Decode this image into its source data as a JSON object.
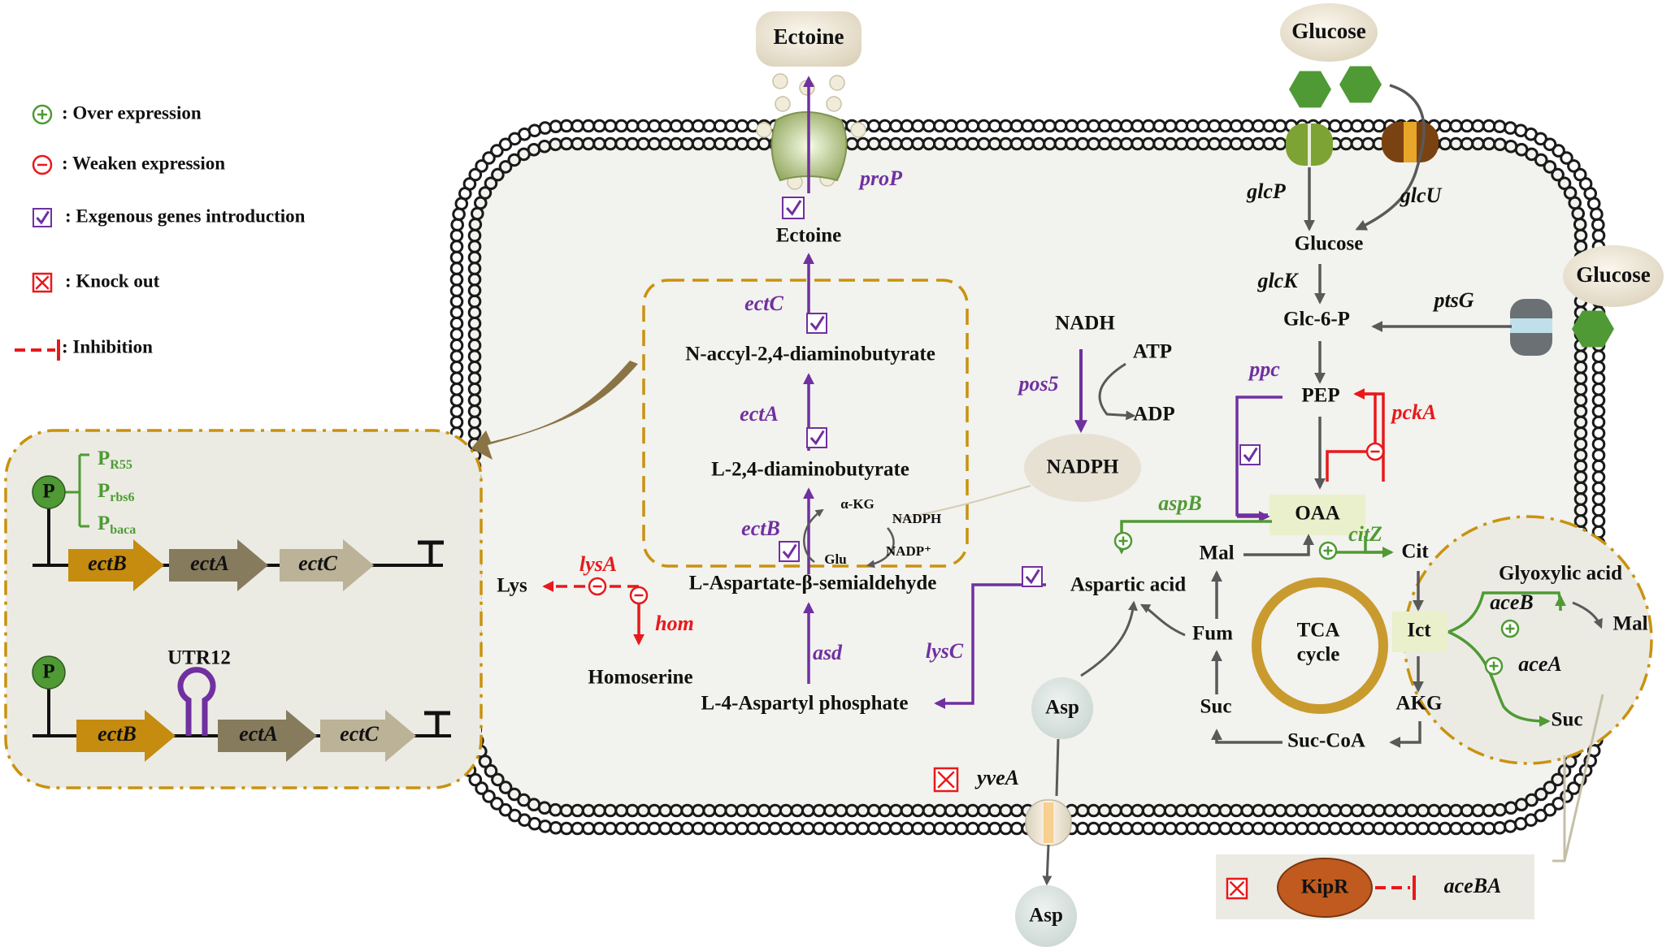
{
  "colors": {
    "purple": "#7030a0",
    "green": "#4f9a34",
    "red": "#e8191b",
    "gray": "#595959",
    "gold": "#c9920e",
    "cell_bg": "#f2f2ee",
    "pellet": "#f0e8d6",
    "membrane": "#1a1a1a",
    "box_bg": "#ebebe4"
  },
  "legend": {
    "over_expression": ": Over expression",
    "weaken_expression": ": Weaken expression",
    "exogenous": ": Exgenous genes introduction",
    "knock_out": ": Knock  out",
    "inhibition": ": Inhibition"
  },
  "promoter_box": {
    "p_label": "P",
    "promoters": [
      {
        "base": "P",
        "sub": "R55"
      },
      {
        "base": "P",
        "sub": "rbs6"
      },
      {
        "base": "P",
        "sub": "baca"
      }
    ],
    "operon_genes": [
      "ectB",
      "ectA",
      "ectC"
    ],
    "utr_label": "UTR12"
  },
  "external": {
    "ectoine": "Ectoine",
    "glucose_top": "Glucose",
    "glucose_right": "Glucose",
    "asp_out": "Asp"
  },
  "metabolites": {
    "ectoine_in": "Ectoine",
    "nacetyl": "N-accyl-2,4-diaminobutyrate",
    "dab": "L-2,4-diaminobutyrate",
    "aspsemi": "L-Aspartate-β-semialdehyde",
    "aspphos": "L-4-Aspartyl phosphate",
    "lys": "Lys",
    "homoserine": "Homoserine",
    "aspartic": "Aspartic acid",
    "asp_in": "Asp",
    "nadh": "NADH",
    "atp": "ATP",
    "adp": "ADP",
    "nadph_node": "NADPH",
    "akg_small": "α-KG",
    "glu_small": "Glu",
    "nadph_small": "NADPH",
    "nadp_small": "NADP⁺",
    "glucose_in": "Glucose",
    "g6p": "Glc-6-P",
    "pep": "PEP",
    "oaa": "OAA",
    "mal": "Mal",
    "fum": "Fum",
    "suc": "Suc",
    "succoa": "Suc-CoA",
    "cit": "Cit",
    "ict": "Ict",
    "akg": "AKG",
    "tca": "TCA",
    "cycle": "cycle",
    "glyoxylic": "Glyoxylic acid",
    "mal2": "Mal",
    "suc2": "Suc"
  },
  "genes": {
    "proP": "proP",
    "ectC": "ectC",
    "ectA": "ectA",
    "ectB": "ectB",
    "asd": "asd",
    "lysC": "lysC",
    "lysA": "lysA",
    "hom": "hom",
    "pos5": "pos5",
    "glcP": "glcP",
    "glcU": "glcU",
    "glcK": "glcK",
    "ptsG": "ptsG",
    "ppc": "ppc",
    "pckA": "pckA",
    "aspB": "aspB",
    "citZ": "citZ",
    "aceB": "aceB",
    "aceA": "aceA",
    "yveA": "yveA",
    "aceBA": "aceBA"
  },
  "regulator": {
    "kipr": "KipR"
  }
}
